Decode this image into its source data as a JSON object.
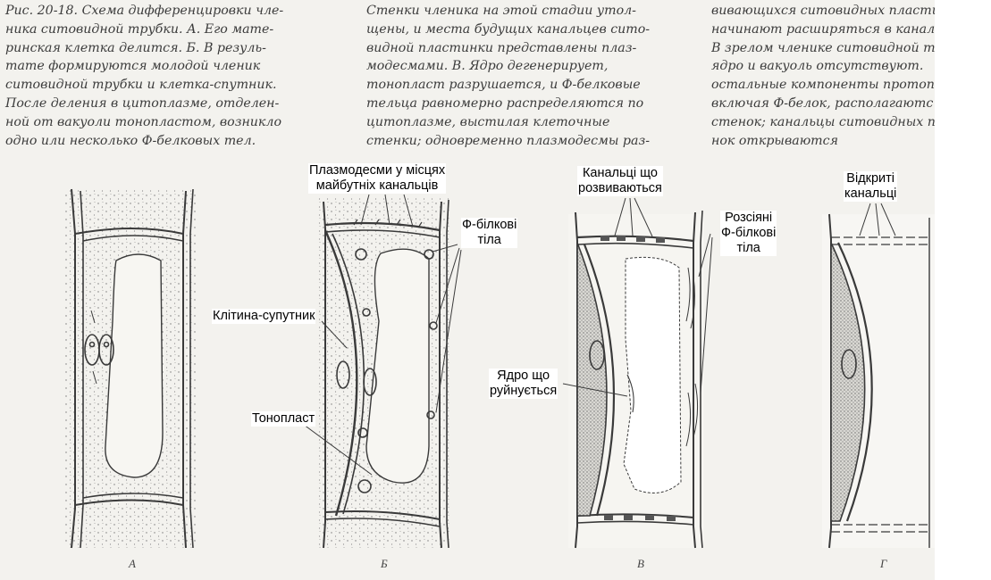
{
  "caption": {
    "column1": [
      "Рис. 20-18. Схема дифференцировки чле-",
      "ника ситовидной трубки. А. Его мате-",
      "ринская клетка делится. Б. В резуль-",
      "тате формируются молодой членик",
      "ситовидной трубки и клетка-спутник.",
      "После деления в цитоплазме, отделен-",
      "ной от вакуоли тонопластом, возникло",
      "одно или несколько Ф-белковых тел."
    ],
    "column2": [
      "Стенки членика на этой стадии утол-",
      "щены, и места будущих канальцев сито-",
      "видной пластинки представлены плаз-",
      "модесмами. В. Ядро дегенерирует,",
      "тонопласт разрушается, и Ф-белковые",
      "тельца равномерно распределяются по",
      "цитоплазме, выстилая клеточные",
      "стенки; одновременно плазмодесмы раз-"
    ],
    "column3": [
      "вивающихся ситовидных пласти",
      "начинают расширяться в канал",
      "В зрелом членике ситовидной т",
      "ядро и вакуоль отсутствуют.",
      "остальные компоненты протоп",
      "включая Ф-белок, располагаютс",
      "стенок; канальцы ситовидных п",
      "нок открываются"
    ]
  },
  "labels": {
    "plasmodesmata": [
      "Плазмодесми у місцях",
      "майбутніх канальців"
    ],
    "p_protein_bodies": [
      "Ф-білкові",
      "тіла"
    ],
    "companion_cell": [
      "Клітина-супутник"
    ],
    "tonoplast": [
      "Тонопласт"
    ],
    "developing_pores": [
      "Канальці що",
      "розвиваються"
    ],
    "dispersed_p_protein": [
      "Розсіяні",
      "Ф-білкові",
      "тіла"
    ],
    "degenerating_nucleus": [
      "Ядро що",
      "руйнується"
    ],
    "open_pores": [
      "Відкриті",
      "канальці"
    ]
  },
  "panels": [
    "А",
    "Б",
    "В",
    "Г"
  ],
  "colors": {
    "paper": "#f3f2ee",
    "ink": "#3a3a3a",
    "label_bg": "#ffffff"
  }
}
